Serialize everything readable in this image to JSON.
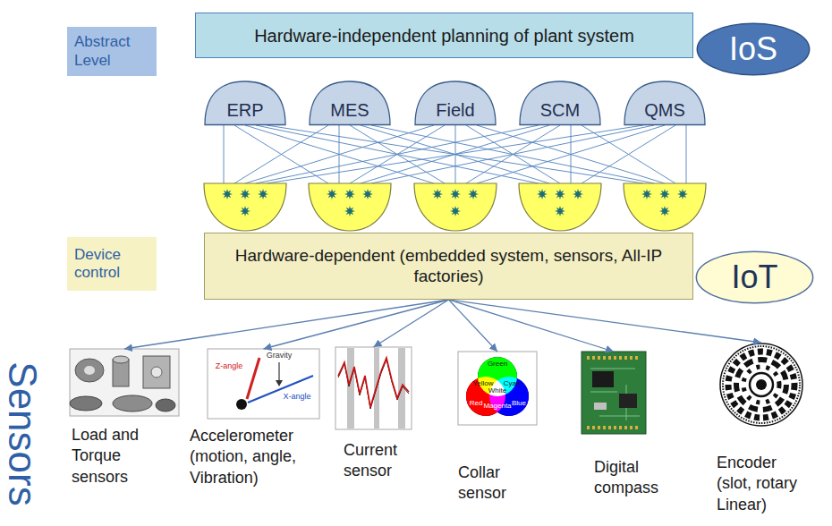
{
  "diagram": {
    "nodes": [
      {
        "text": [
          "Abstract Level"
        ]
      },
      {
        "text": [
          "Hardware-independent planning of plant system"
        ]
      },
      {
        "text": [
          "IoS"
        ]
      },
      {
        "text": [
          "ERP"
        ]
      },
      {
        "text": [
          "MES"
        ]
      },
      {
        "text": [
          "Field"
        ]
      },
      {
        "text": [
          "SCM"
        ]
      },
      {
        "text": [
          "QMS"
        ]
      },
      {
        "text": [
          "Device control"
        ]
      },
      {
        "text": [
          "Hardware-dependent (embedded system, sensors, All-IP factories)"
        ]
      },
      {
        "text": [
          "IoT"
        ]
      },
      {
        "text": [
          "Load and Torque sensors"
        ]
      },
      {
        "text": [
          "Accelerometer (motion, angle, Vibration)"
        ]
      },
      {
        "text": [
          "Current sensor"
        ]
      },
      {
        "text": [
          "Collar sensor"
        ]
      },
      {
        "text": [
          "Digital compass"
        ]
      },
      {
        "text": [
          "Encoder (slot, rotary Linear)"
        ]
      }
    ],
    "edges": [
      {
        "from": 9,
        "to": 11,
        "arrow": "to"
      },
      {
        "from": 9,
        "to": 12,
        "arrow": "to"
      },
      {
        "from": 9,
        "to": 13,
        "arrow": "to"
      },
      {
        "from": 9,
        "to": 14,
        "arrow": "to"
      },
      {
        "from": 9,
        "to": 15,
        "arrow": "to"
      },
      {
        "from": 9,
        "to": 16,
        "arrow": "to"
      }
    ],
    "labels": [
      "Sensors",
      "Z-angle",
      "Gravity",
      "X-angle",
      "Green",
      "Yellow",
      "Cyan",
      "White",
      "Red",
      "Magenta",
      "Blue"
    ]
  }
}
